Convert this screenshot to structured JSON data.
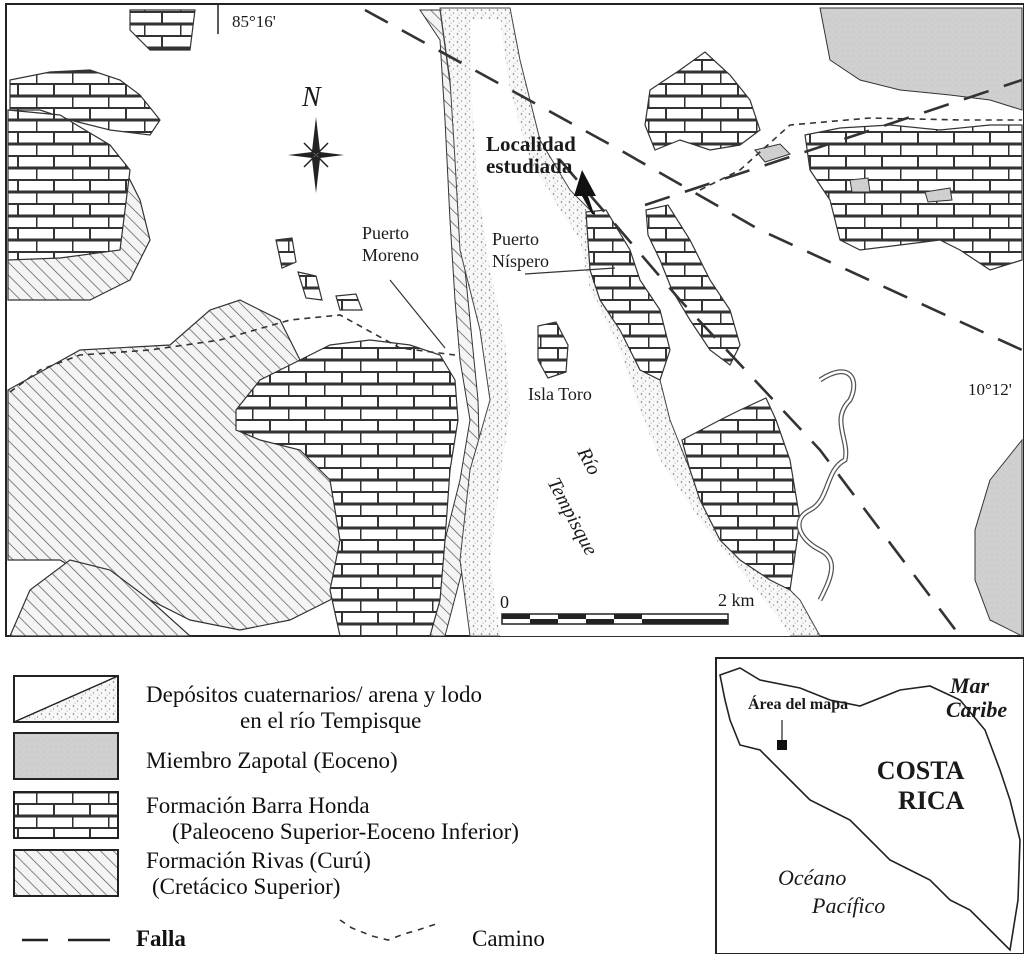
{
  "map": {
    "north_symbol": "N",
    "coordinates": {
      "longitude": "85°16'",
      "latitude": "10°12'"
    },
    "place_labels": {
      "localidad_line1": "Localidad",
      "localidad_line2": "estudiada",
      "puerto_moreno_1": "Puerto",
      "puerto_moreno_2": "Moreno",
      "puerto_nispero_1": "Puerto",
      "puerto_nispero_2": "Níspero",
      "isla_toro": "Isla Toro",
      "rio_1": "Río",
      "rio_2": "Tempisque"
    },
    "scale_bar": {
      "start": "0",
      "end": "2 km"
    }
  },
  "legend": {
    "items": [
      {
        "line1": "Depósitos cuaternarios/ arena y lodo",
        "line2": "en el río Tempisque"
      },
      {
        "line1": "Miembro Zapotal (Eoceno)"
      },
      {
        "line1": "Formación Barra Honda",
        "line2": "(Paleoceno Superior-Eoceno Inferior)"
      },
      {
        "line1": "Formación Rivas (Curú)",
        "line2": "(Cretácico Superior)"
      }
    ],
    "falla": "Falla",
    "camino": "Camino"
  },
  "inset": {
    "area_label": "Área del mapa",
    "mar_1": "Mar",
    "mar_2": "Caribe",
    "country_1": "COSTA",
    "country_2": "RICA",
    "ocean_1": "Océano",
    "ocean_2": "Pacífico"
  },
  "colors": {
    "zapotal": "#d2d2d2",
    "ink": "#222222"
  }
}
